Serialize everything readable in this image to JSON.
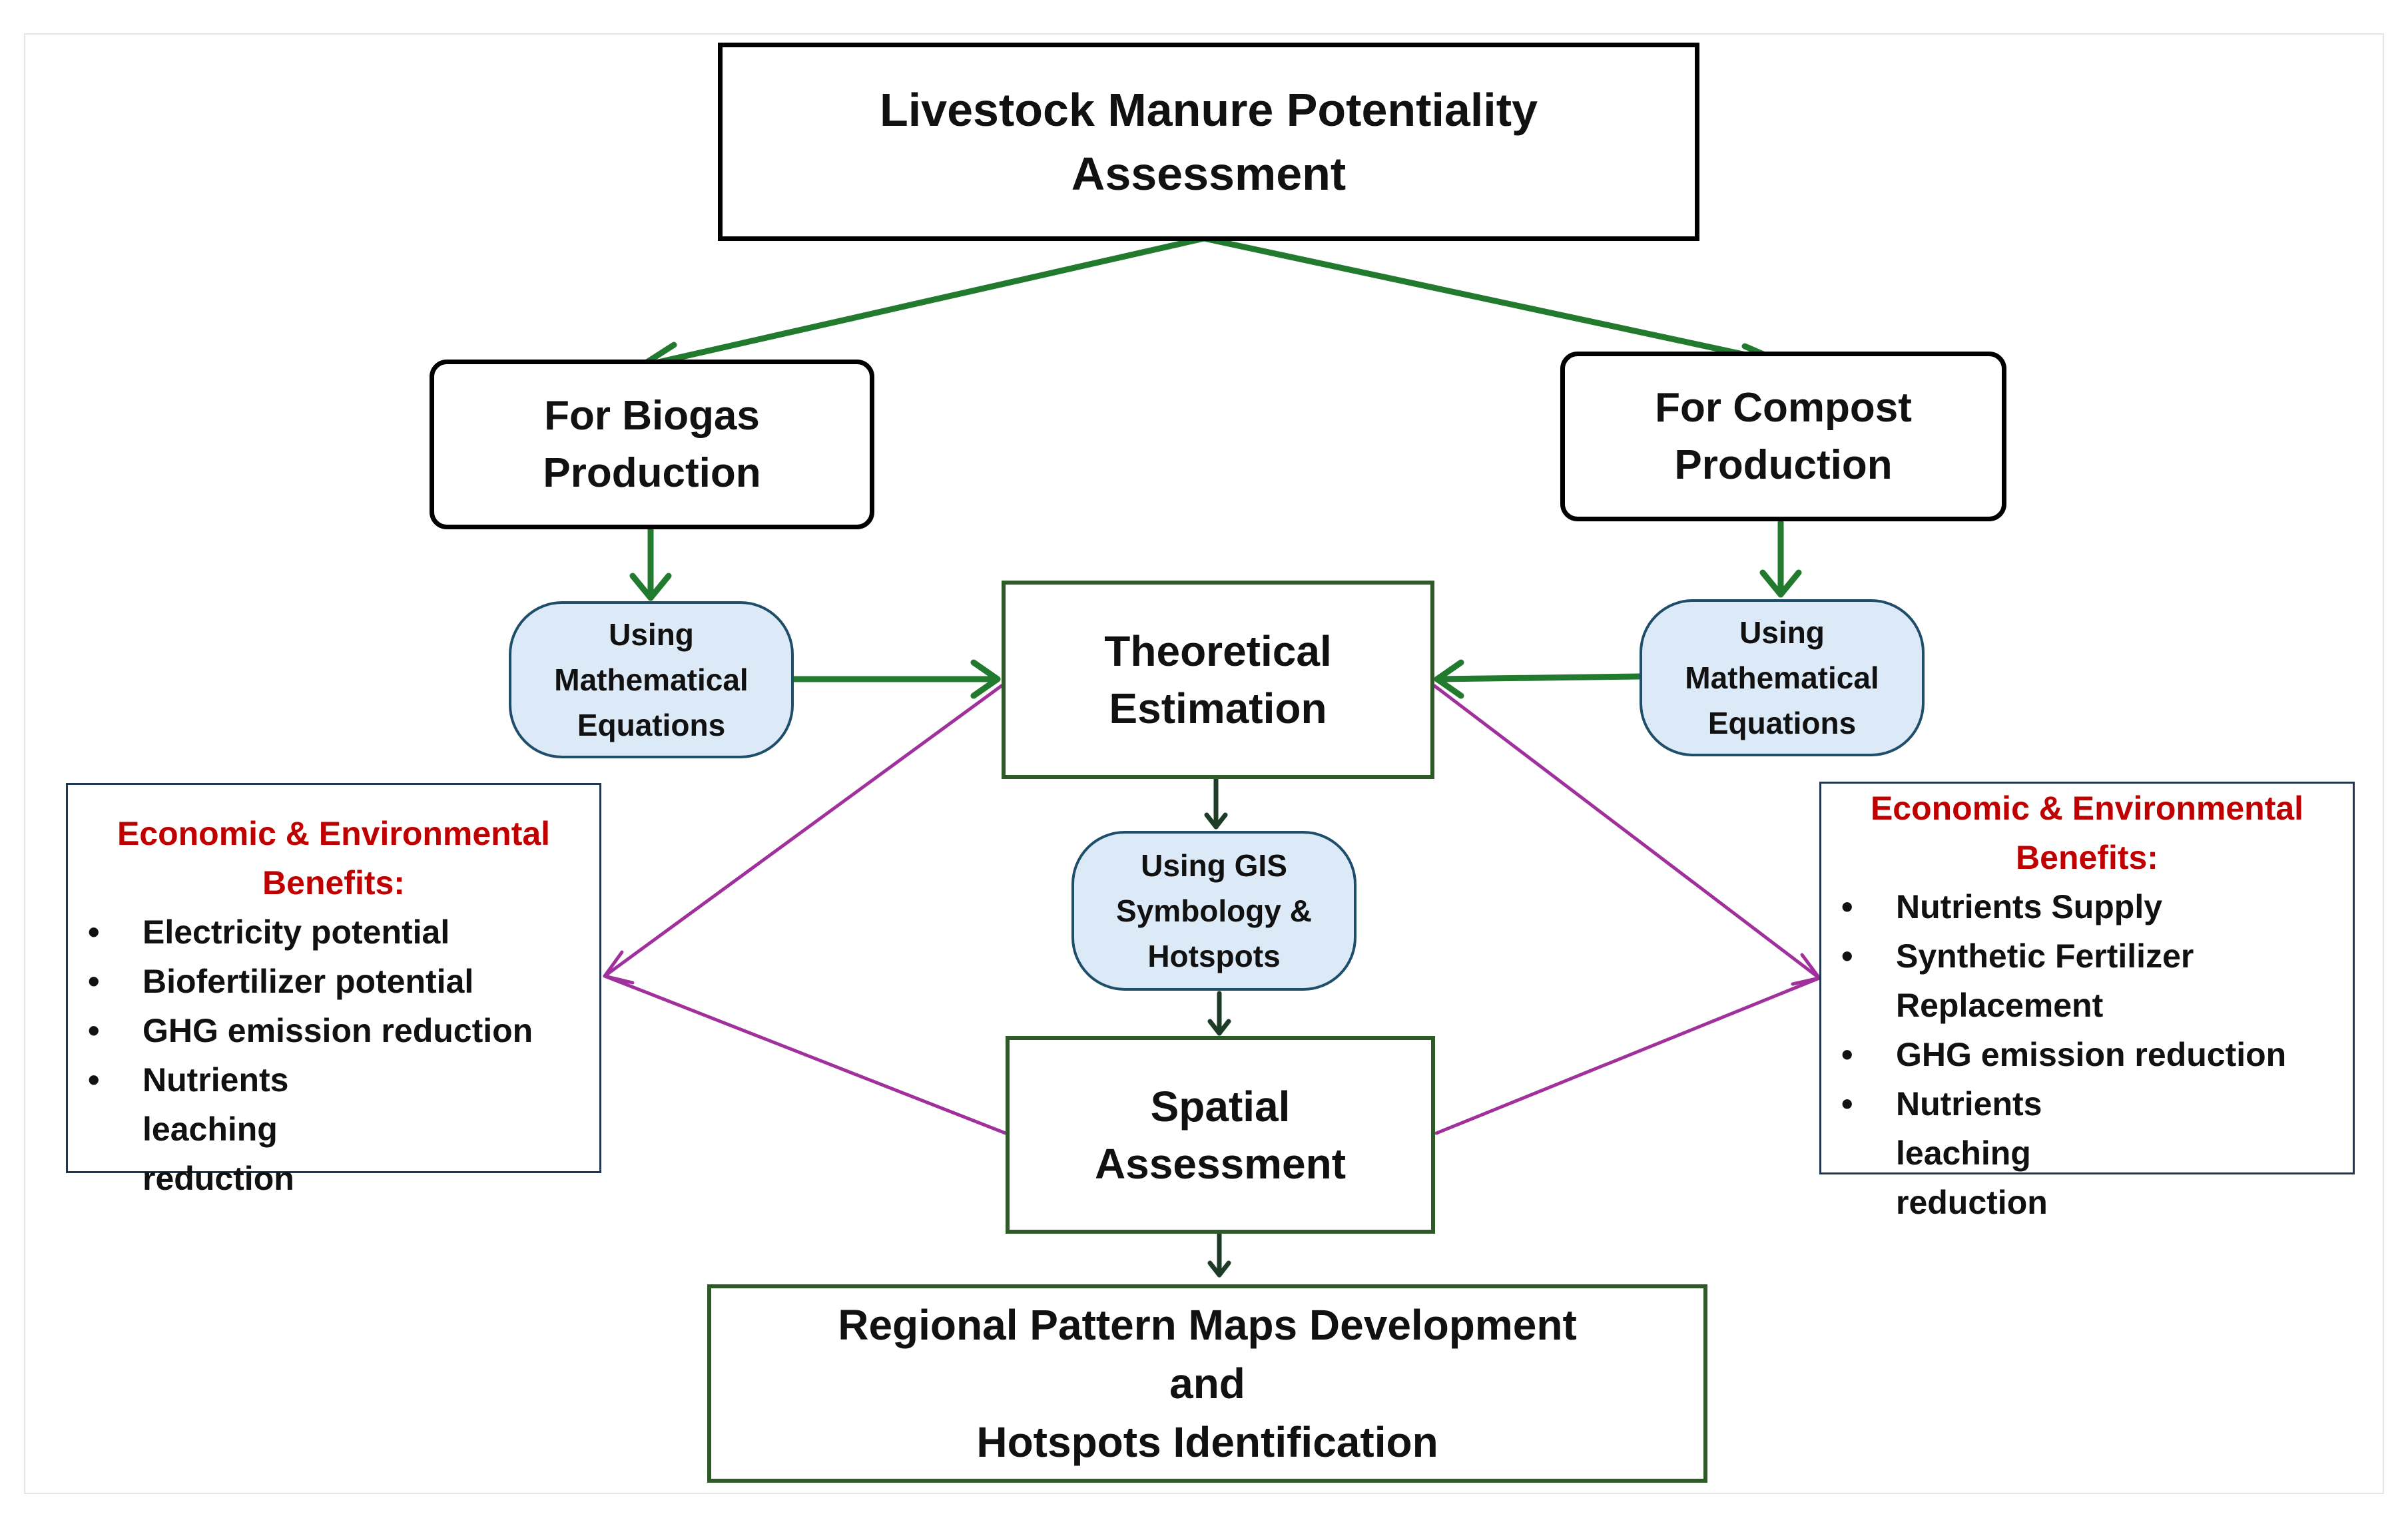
{
  "title": [
    "Livestock Manure Potentiality",
    "Assessment"
  ],
  "biogas": [
    "For Biogas",
    "Production"
  ],
  "compost": [
    "For Compost",
    "Production"
  ],
  "equations_left": [
    "Using",
    "Mathematical",
    "Equations"
  ],
  "equations_right": [
    "Using",
    "Mathematical",
    "Equations"
  ],
  "theoretical": [
    "Theoretical",
    "Estimation"
  ],
  "gis": [
    "Using GIS",
    "Symbology &",
    "Hotspots"
  ],
  "spatial": [
    "Spatial",
    "Assessment"
  ],
  "regional": [
    "Regional Pattern Maps Development",
    "and",
    "Hotspots Identification"
  ],
  "benefits_left": {
    "heading": [
      "Economic & Environmental",
      "Benefits:"
    ],
    "items": [
      "Electricity potential",
      "Biofertilizer potential",
      "GHG emission reduction",
      "Nutrients leaching reduction"
    ]
  },
  "benefits_right": {
    "heading": [
      "Economic & Environmental",
      "Benefits:"
    ],
    "items": [
      "Nutrients Supply",
      "Synthetic Fertilizer Replacement",
      "GHG emission reduction",
      "Nutrients leaching reduction"
    ]
  },
  "bullet_char": "•",
  "colors": {
    "green_arrow": "#217a2e",
    "purple_arrow": "#a0309c",
    "dark_arrow": "#1e3b28",
    "box_green": "#2d5a27",
    "pill_fill": "#dce9f6",
    "pill_border": "#1f4e6b",
    "benefit_heading": "#c00000"
  }
}
